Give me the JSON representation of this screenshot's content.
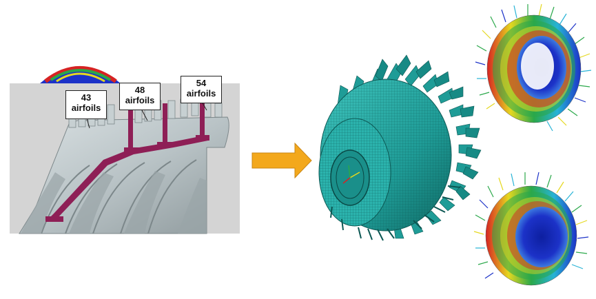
{
  "callouts": [
    {
      "count": "43",
      "unit": "airfoils"
    },
    {
      "count": "48",
      "unit": "airfoils"
    },
    {
      "count": "54",
      "unit": "airfoils"
    }
  ],
  "colors": {
    "panel_background": "#d4d4d4",
    "casing_metal": "#b9c3c6",
    "casing_shadow": "#8f9a9d",
    "section_cut": "#8e1f56",
    "arrow": "#f3a81c",
    "arrow_outline": "#c98614",
    "mesh": "#1f9c97",
    "mesh_dark": "#0f6964",
    "contour_high": "#d62323",
    "contour_mid": "#e5d81f",
    "contour_low": "#2aa84a",
    "contour_min": "#1c32c8"
  },
  "icons": {
    "flow_arrow": "right-arrow-icon",
    "origin_triad": "axis-triad-icon"
  }
}
